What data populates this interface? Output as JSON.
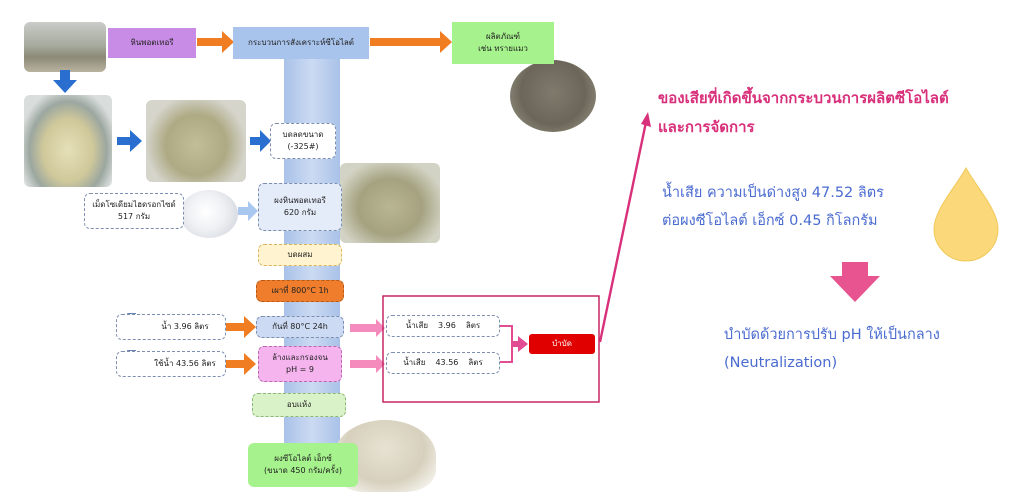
{
  "flow": {
    "zeolite_rock": "หินพอตเทอรี",
    "synthesis": "กระบวนการสังเคราะห์ซีโอไลต์",
    "product_line1": "ผลิตภัณฑ์",
    "product_line2": "เช่น ทรายแมว",
    "grind_line1": "บดลดขนาด",
    "grind_line2": "(-325#)",
    "naoh_line1": "เม็ดโซเดียมไฮดรอกไซด์",
    "naoh_line2": "517 กรัม",
    "powder_line1": "ผงหินพอตเทอรี",
    "powder_line2": "620 กรัม",
    "mix": "บดผสม",
    "calcine": "เผาที่ 800°C 1h",
    "water_in": "น้ำ 3.96 ลิตร",
    "stir": "กันที่ 80°C 24h",
    "wash_water": "ใช้น้ำ 43.56 ลิตร",
    "wash_line1": "ล้างและกรองจน",
    "wash_line2": "pH = 9",
    "dry": "อบแห้ง",
    "final_line1": "ผงซีโอไลต์ เอ็กซ์",
    "final_line2": "(ขนาด 450 กรัม/ครั้ง)"
  },
  "waste": {
    "w1_label": "น้ำเสีย",
    "w1_amount": "3.96",
    "w1_unit": "ลิตร",
    "w2_label": "น้ำเสีย",
    "w2_amount": "43.56",
    "w2_unit": "ลิตร",
    "treat": "บำบัด"
  },
  "summary": {
    "title_line1": "ของเสียที่เกิดขึ้นจากกระบวนการผลิตซีโอไลต์",
    "title_line2": "และการจัดการ",
    "desc_line1": "น้ำเสีย ความเป็นด่างสูง 47.52 ลิตร",
    "desc_line2": "ต่อผงซีโอไลต์ เอ็กซ์ 0.45 กิโลกรัม",
    "treat_line1": "บำบัดด้วยการปรับ pH ให้เป็นกลาง",
    "treat_line2": "(Neutralization)"
  },
  "colors": {
    "accent_pink": "#d8307a",
    "orange_arrow": "#f07d22",
    "blue_arrow": "#2a6fcf",
    "red_box": "#e00000",
    "drop_fill": "#fbd97a"
  }
}
